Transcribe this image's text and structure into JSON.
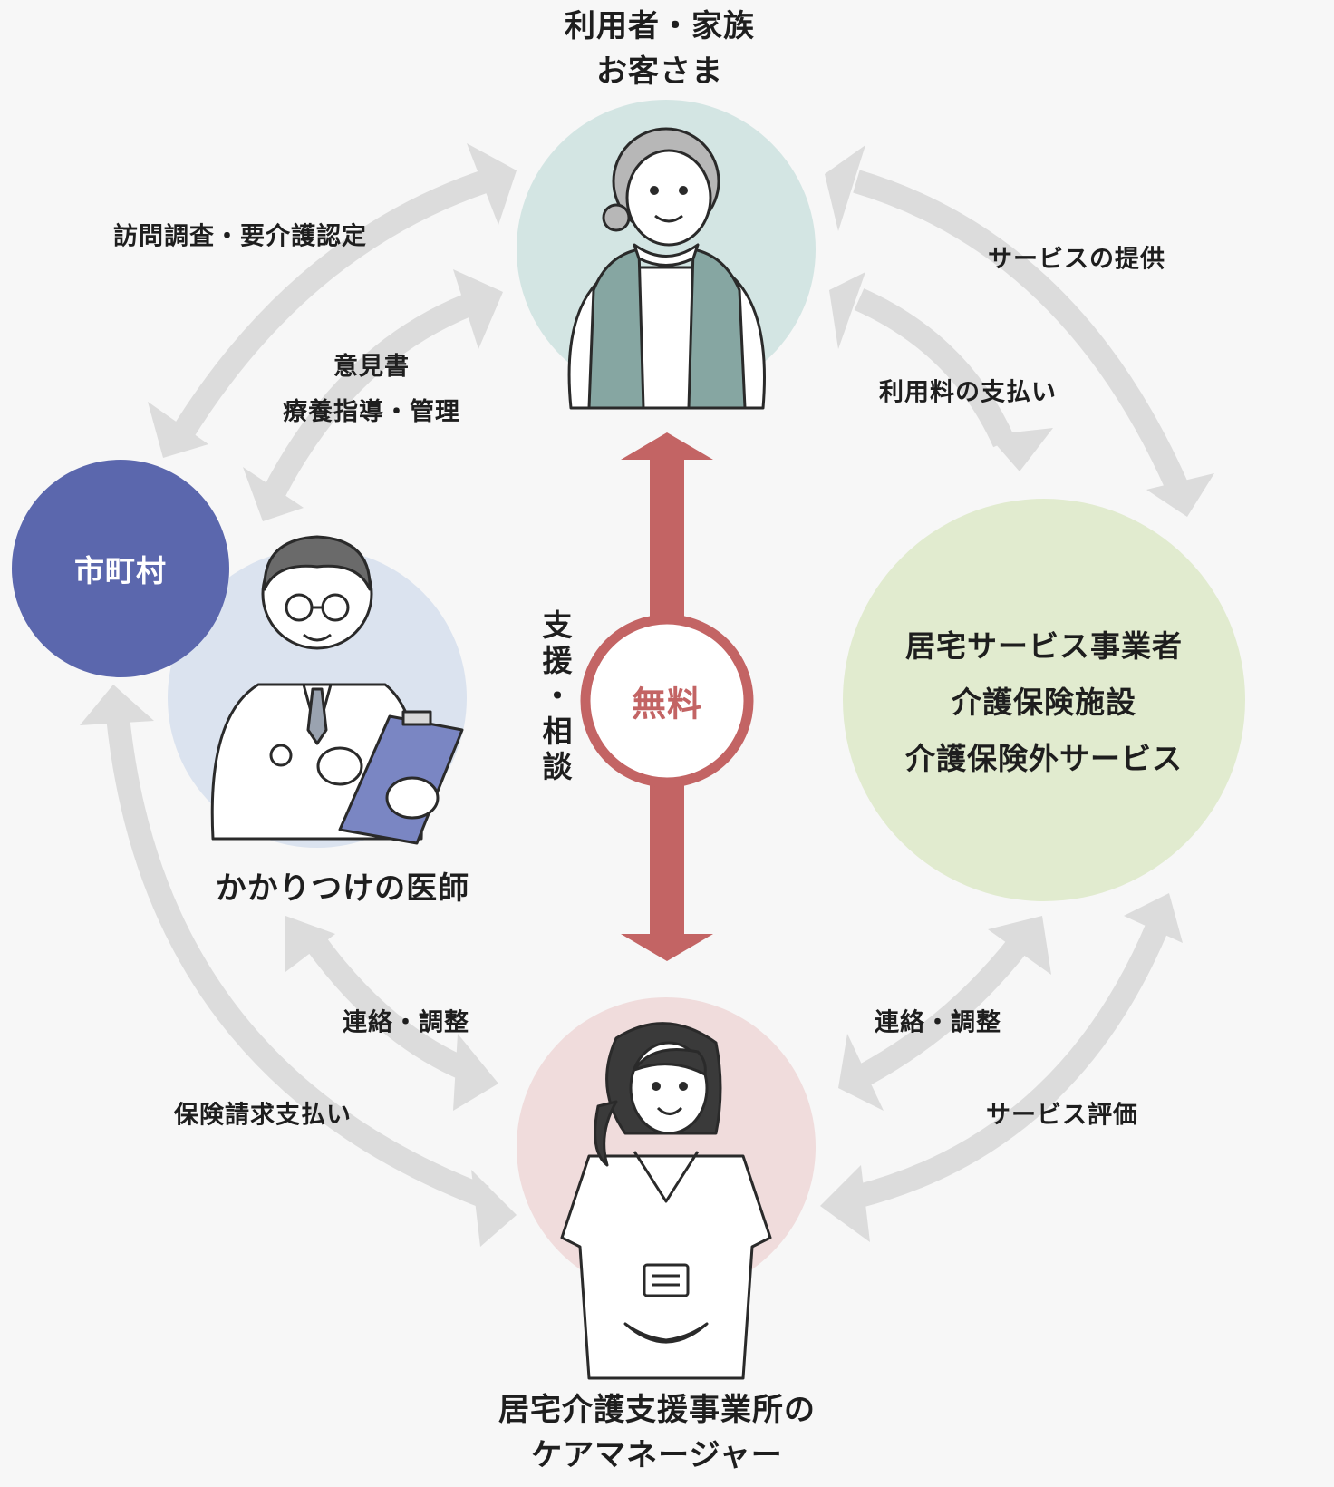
{
  "nodes": {
    "user": {
      "title_lines": [
        "利用者・家族",
        "お客さま"
      ]
    },
    "municipality": {
      "label": "市町村"
    },
    "doctor": {
      "title": "かかりつけの医師"
    },
    "provider": {
      "lines": [
        "居宅サービス事業者",
        "介護保険施設",
        "介護保険外サービス"
      ]
    },
    "caremanager": {
      "title_lines": [
        "居宅介護支援事業所の",
        "ケアマネージャー"
      ]
    }
  },
  "center": {
    "badge": "無料",
    "side_label": "支援・相談"
  },
  "edges": {
    "survey": "訪問調査・要介護認定",
    "opinion_lines": [
      "意見書",
      "療養指導・管理"
    ],
    "service_provision": "サービスの提供",
    "fee_payment": "利用料の支払い",
    "liaison_left": "連絡・調整",
    "liaison_right": "連絡・調整",
    "insurance_claim": "保険請求支払い",
    "service_evaluation": "サービス評価"
  },
  "colors": {
    "arrow_gray": "#dcdcdc",
    "center_red": "#c36464",
    "user_circle": "#d3e5e3",
    "doctor_circle": "#dbe3ef",
    "municipality_circle": "#5b67ad",
    "provider_circle": "#e1ebcf",
    "caremanager_circle": "#f0dcdc"
  }
}
